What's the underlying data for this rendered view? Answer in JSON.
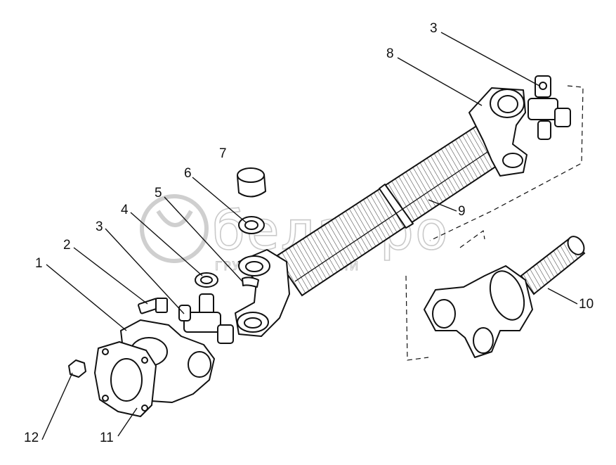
{
  "watermark": {
    "brand": "белагро",
    "subtitle": "ГРУППА КОМПАНИЙ"
  },
  "callouts": [
    {
      "id": "c1",
      "text": "1"
    },
    {
      "id": "c2",
      "text": "2"
    },
    {
      "id": "c3a",
      "text": "3"
    },
    {
      "id": "c3b",
      "text": "3"
    },
    {
      "id": "c4",
      "text": "4"
    },
    {
      "id": "c5",
      "text": "5"
    },
    {
      "id": "c6",
      "text": "6"
    },
    {
      "id": "c7",
      "text": "7"
    },
    {
      "id": "c8",
      "text": "8"
    },
    {
      "id": "c9",
      "text": "9"
    },
    {
      "id": "c10",
      "text": "10"
    },
    {
      "id": "c11",
      "text": "11"
    },
    {
      "id": "c12",
      "text": "12"
    }
  ]
}
